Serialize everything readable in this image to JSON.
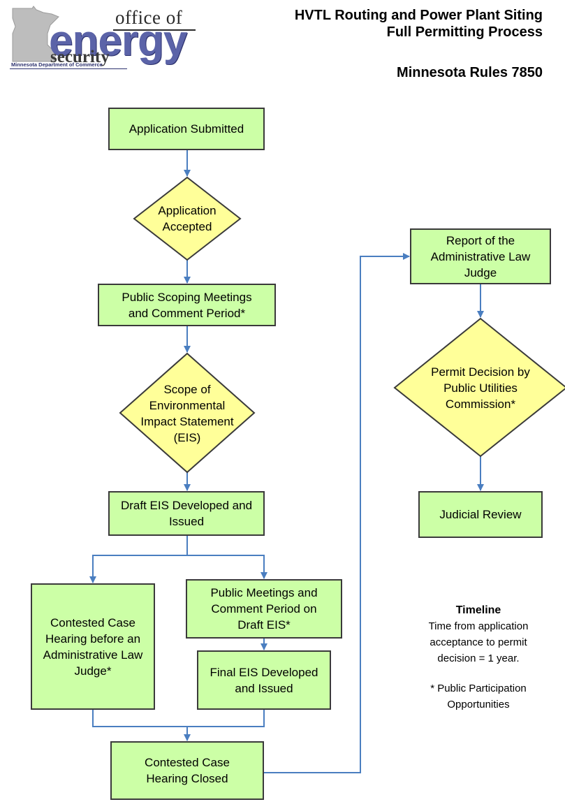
{
  "logo": {
    "office": "office of",
    "energy": "energy",
    "security": "security",
    "department": "Minnesota Department of Commerce"
  },
  "header": {
    "title_line1": "HVTL Routing and Power Plant Siting",
    "title_line2": "Full Permitting Process",
    "rules": "Minnesota Rules 7850"
  },
  "flow": {
    "application_submitted": "Application Submitted",
    "application_accepted": "Application\nAccepted",
    "scoping_meetings": "Public Scoping Meetings\nand Comment Period*",
    "scope_eis": "Scope of\nEnvironmental\nImpact Statement\n(EIS)",
    "draft_eis": "Draft EIS Developed and\nIssued",
    "contested_hearing": "Contested Case\nHearing before an\nAdministrative Law\nJudge*",
    "public_meetings_draft": "Public Meetings and\nComment Period on\nDraft EIS*",
    "final_eis": "Final EIS Developed\nand Issued",
    "hearing_closed": "Contested Case\nHearing Closed",
    "alj_report": "Report of the\nAdministrative Law\nJudge",
    "puc_decision": "Permit Decision by\nPublic Utilities\nCommission*",
    "judicial_review": "Judicial Review"
  },
  "timeline": {
    "heading": "Timeline",
    "text": "Time from application\nacceptance to permit\ndecision = 1 year.",
    "note": "* Public Participation\nOpportunities"
  },
  "colors": {
    "box_fill": "#ccffa6",
    "diamond_fill": "#ffff99",
    "connector": "#4a7ec0",
    "logo_blue": "#5b63a8"
  }
}
